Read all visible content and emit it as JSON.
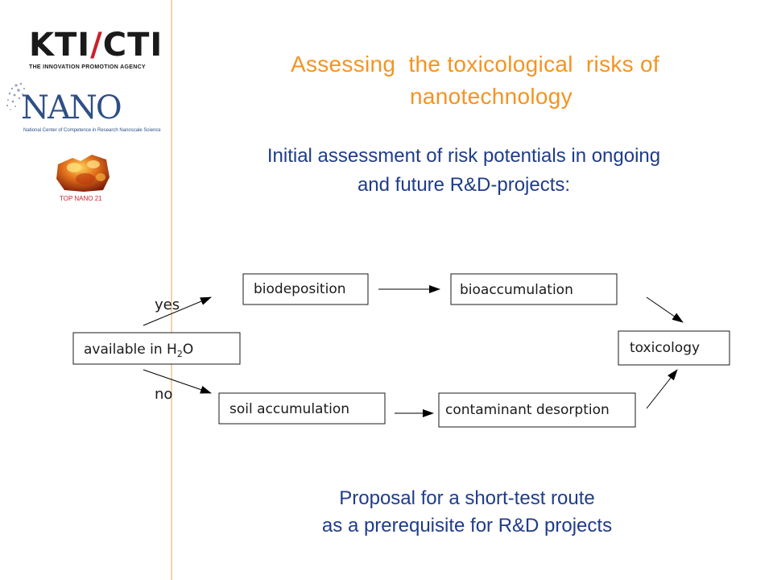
{
  "logos": {
    "kti": {
      "left": "KTI",
      "slash": "/",
      "right": "CTI",
      "tagline": "THE INNOVATION PROMOTION AGENCY"
    },
    "nano": {
      "word": "NANO",
      "tagline": "National Center of Competence in Research Nanoscale Science"
    },
    "topnano": {
      "caption": "TOP NANO 21"
    }
  },
  "title": {
    "line1": "Assessing  the toxicological  risks of",
    "line2": "nanotechnology"
  },
  "subtitle": {
    "line1": "Initial assessment of risk potentials in ongoing",
    "line2": "and future R&D-projects:"
  },
  "flowchart": {
    "start": {
      "text": "available in H",
      "sub": "2",
      "tail": "O"
    },
    "branch_yes": "yes",
    "branch_no": "no",
    "nodes": {
      "biodeposition": "biodeposition",
      "bioaccumulation": "bioaccumulation",
      "soil_accumulation": "soil accumulation",
      "contaminant_desorption": "contaminant desorption",
      "toxicology": "toxicology"
    }
  },
  "footer": {
    "line1": "Proposal for a short-test route",
    "line2": "as a prerequisite for R&D projects"
  },
  "colors": {
    "title": "#f39422",
    "text_blue": "#1f3c8a",
    "accent_red": "#cc1f2a",
    "box_border": "#1a1a1a",
    "divider": "#f2d3a8"
  }
}
